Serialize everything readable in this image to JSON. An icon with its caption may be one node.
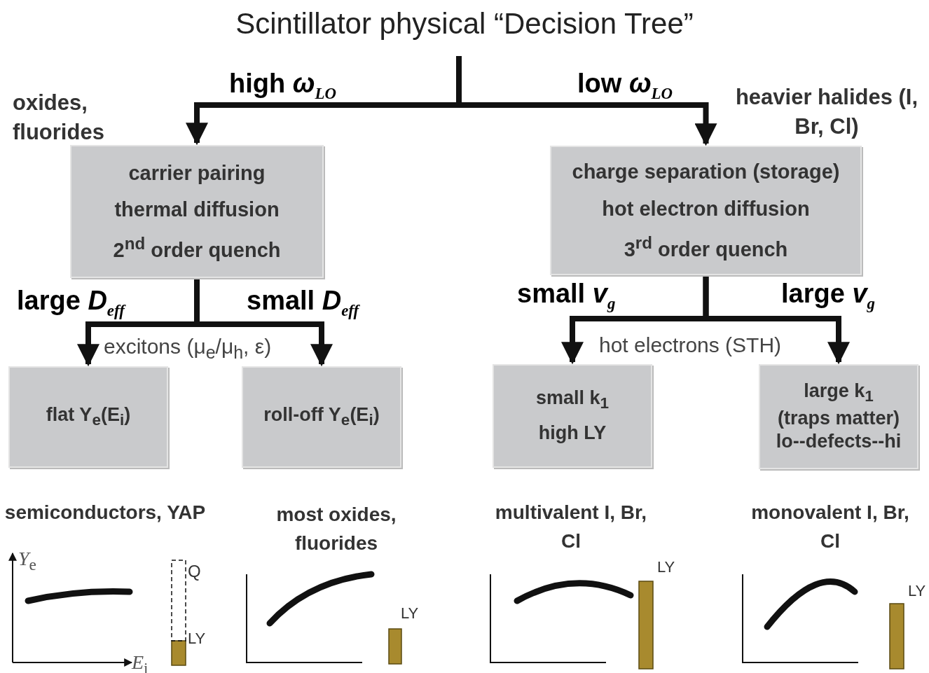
{
  "diagram": {
    "title": "Scintillator physical “Decision Tree”",
    "nodes": [
      {
        "text": [
          "carrier pairing",
          "thermal diffusion",
          "2$^{nd}$ order quench"
        ],
        "beside": [
          "oxides, fluorides"
        ]
      },
      {
        "text": [
          "charge separation (storage)",
          "hot electron diffusion",
          "3$^{rd}$ order quench"
        ],
        "beside": [
          "heavier halides (I, Br, Cl)"
        ]
      },
      {
        "text": [
          "flat Y$_{e}$(E$_{i}$)"
        ]
      },
      {
        "text": [
          "roll-off Y$_{e}$(E$_{i}$)"
        ]
      },
      {
        "text": [
          "small k$_{1}$",
          "high LY"
        ]
      },
      {
        "text": [
          "large k$_{1}$",
          "(traps matter)",
          "lo--defects--hi"
        ]
      }
    ],
    "edges": [
      {
        "from": null,
        "to": 0,
        "arrow": "to",
        "label": "high *ω*$_{LO}$"
      },
      {
        "from": null,
        "to": 1,
        "arrow": "to",
        "label": "low *ω*$_{LO}$"
      },
      {
        "from": 0,
        "to": 2,
        "arrow": "to",
        "label": "large *D*$_{eff}$"
      },
      {
        "from": 0,
        "to": 3,
        "arrow": "to",
        "label": "small *D*$_{eff}$"
      },
      {
        "from": 1,
        "to": 4,
        "arrow": "to",
        "label": "small *v*$_{g}$"
      },
      {
        "from": 1,
        "to": 5,
        "arrow": "to",
        "label": "large *v*$_{g}$"
      }
    ],
    "labels": [
      "excitons (μ$_{e}$/μ$_{h}$, ε)",
      "hot electrons (STH)",
      "semiconductors, YAP",
      "most oxides, fluorides",
      "multivalent I, Br, Cl",
      "monovalent I, Br, Cl",
      "*Y*$_{e}$",
      "Q",
      "LY",
      "*E*$_{i}$",
      "LY",
      "LY",
      "LY"
    ]
  }
}
